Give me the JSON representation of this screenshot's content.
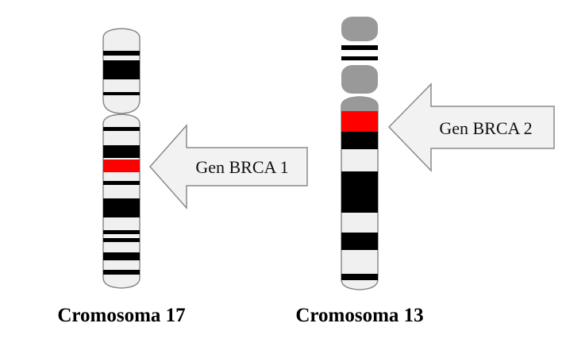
{
  "diagram": {
    "chromosomes": [
      {
        "id": "chr17",
        "caption": "Cromosoma 17",
        "marker": {
          "label": "Gen BRCA 1",
          "color": "#ff0000"
        }
      },
      {
        "id": "chr13",
        "caption": "Cromosoma 13",
        "marker": {
          "label": "Gen BRCA 2",
          "color": "#ff0000"
        }
      }
    ],
    "colors": {
      "band_dark": "#000000",
      "band_light": "#f0f0f0",
      "satellite_gray": "#999999",
      "arrow_fill": "#f2f2f2",
      "arrow_stroke": "#8a8a8a"
    }
  }
}
